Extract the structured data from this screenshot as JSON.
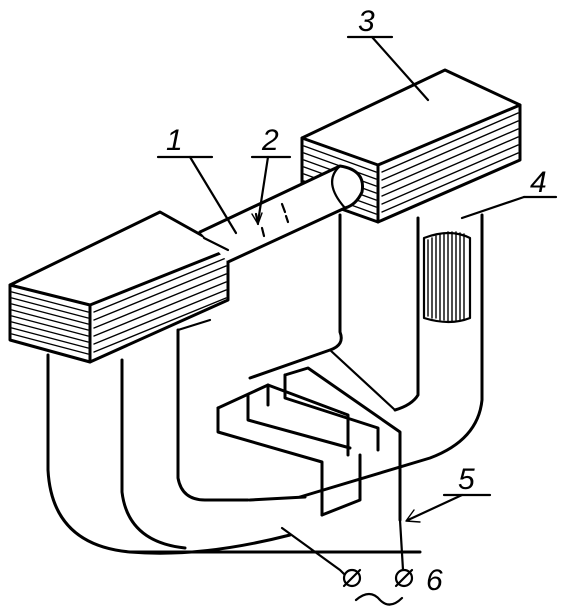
{
  "labels": {
    "l1": "1",
    "l2": "2",
    "l3": "3",
    "l4": "4",
    "l5": "5",
    "l6": "6"
  }
}
